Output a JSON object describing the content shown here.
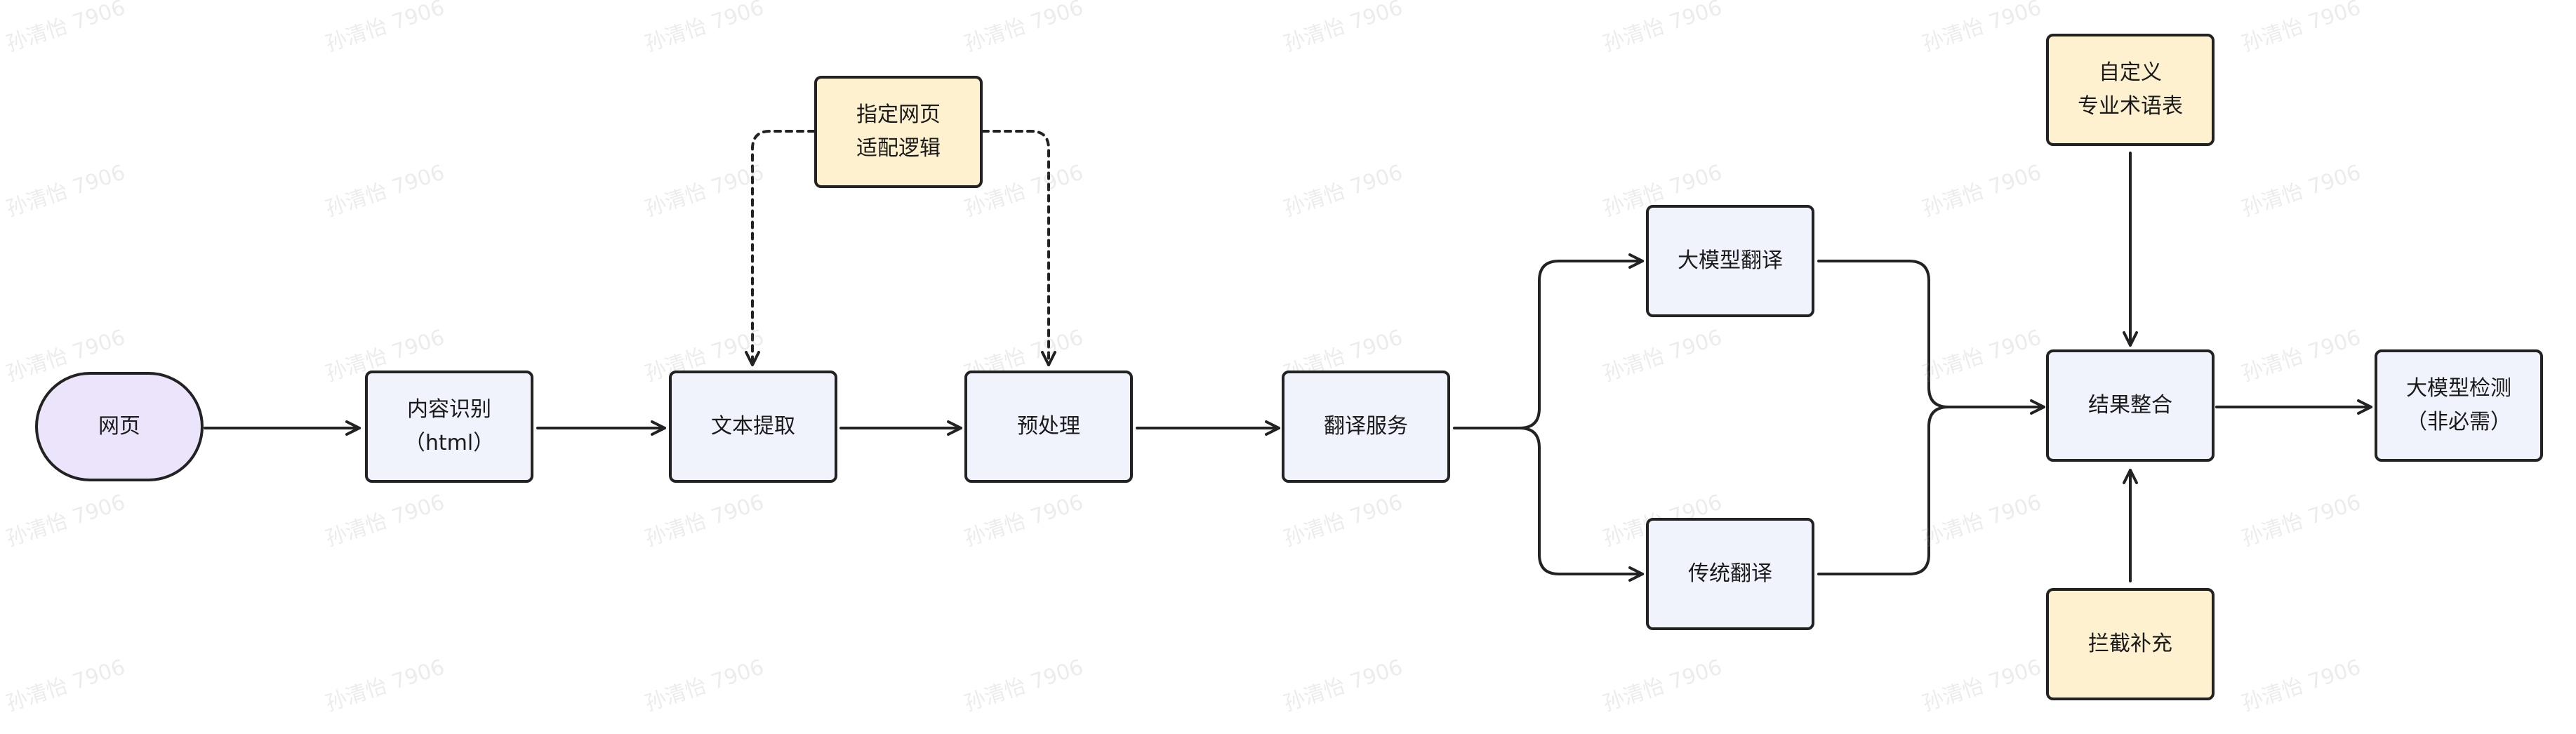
{
  "diagram": {
    "nodes": {
      "webpage": {
        "label": "网页",
        "color": "#ebe4fb"
      },
      "content_recognition": {
        "label": "内容识别\n（html）",
        "color": "#f0f3fc"
      },
      "text_extraction": {
        "label": "文本提取",
        "color": "#f0f3fc"
      },
      "page_adapt_logic": {
        "label": "指定网页\n适配逻辑",
        "color": "#fdf1cf"
      },
      "preprocessing": {
        "label": "预处理",
        "color": "#f0f3fc"
      },
      "translation_service": {
        "label": "翻译服务",
        "color": "#f0f3fc"
      },
      "llm_translation": {
        "label": "大模型翻译",
        "color": "#f0f3fc"
      },
      "traditional_translation": {
        "label": "传统翻译",
        "color": "#f0f3fc"
      },
      "custom_glossary": {
        "label": "自定义\n专业术语表",
        "color": "#fdf1cf"
      },
      "result_merge": {
        "label": "结果整合",
        "color": "#f0f3fc"
      },
      "intercept_supplement": {
        "label": "拦截补充",
        "color": "#fdf1cf"
      },
      "llm_check": {
        "label": "大模型检测\n（非必需）",
        "color": "#f0f3fc"
      }
    },
    "edges": [
      {
        "from": "webpage",
        "to": "content_recognition",
        "style": "solid"
      },
      {
        "from": "content_recognition",
        "to": "text_extraction",
        "style": "solid"
      },
      {
        "from": "text_extraction",
        "to": "preprocessing",
        "style": "solid"
      },
      {
        "from": "page_adapt_logic",
        "to": "text_extraction",
        "style": "dashed"
      },
      {
        "from": "page_adapt_logic",
        "to": "preprocessing",
        "style": "dashed"
      },
      {
        "from": "preprocessing",
        "to": "translation_service",
        "style": "solid"
      },
      {
        "from": "translation_service",
        "to": "llm_translation",
        "style": "solid"
      },
      {
        "from": "translation_service",
        "to": "traditional_translation",
        "style": "solid"
      },
      {
        "from": "llm_translation",
        "to": "result_merge",
        "style": "solid"
      },
      {
        "from": "traditional_translation",
        "to": "result_merge",
        "style": "solid"
      },
      {
        "from": "custom_glossary",
        "to": "result_merge",
        "style": "solid"
      },
      {
        "from": "intercept_supplement",
        "to": "result_merge",
        "style": "solid"
      },
      {
        "from": "result_merge",
        "to": "llm_check",
        "style": "solid"
      }
    ],
    "watermark_text": "孙清怡 7906",
    "colors": {
      "stroke": "#222222",
      "blue_fill": "#f0f3fc",
      "yellow_fill": "#fdf1cf",
      "purple_fill": "#ebe4fb"
    }
  }
}
